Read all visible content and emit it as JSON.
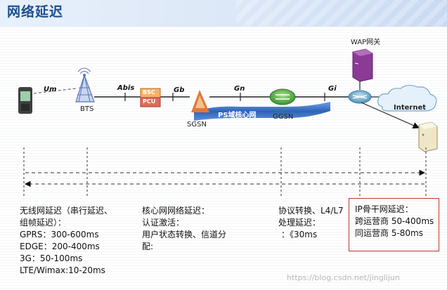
{
  "page_title": "网络延迟",
  "nodes": {
    "wap_gateway": "WAP网关",
    "bts": "BTS",
    "bsc": "BSC",
    "pcu": "PCU",
    "sgsn": "SGSN",
    "ps_core": "PS域核心网",
    "ggsn": "GGSN",
    "internet": "Internet"
  },
  "interfaces": {
    "um": "Um",
    "abis": "Abis",
    "gb": "Gb",
    "gn": "Gn",
    "gi": "Gi"
  },
  "wireless_delay": {
    "heading": "无线网延迟（串行延迟、",
    "heading2": "组帧延迟）：",
    "gprs": "GPRS：300-600ms",
    "edge": "EDGE：200-400ms",
    "g3": "3G：50-100ms",
    "lte": "LTE/Wimax:10-20ms"
  },
  "core_delay": {
    "heading": "核心网网络延迟：",
    "line1": "认证激活：",
    "line2": "用户状态转换、信道分",
    "line3": "配:"
  },
  "protocol_delay": {
    "heading": "协议转换、L4/L7",
    "line1": "处理延迟：",
    "line2": "：《30ms"
  },
  "ip_backbone_delay": {
    "heading": "IP骨干网延迟：",
    "cross_carrier": "跨运营商 50-400ms",
    "same_carrier": "同运营商 5-80ms"
  },
  "watermark": "https://blog.csdn.net/jinglijun",
  "colors": {
    "title": "#1d4f8e",
    "ps_core_band": "#3a74c9",
    "highlight_border": "#c0392b",
    "wap_box": "#7a2f86",
    "router": "#5aa0c8",
    "ggsn": "#4caf50",
    "bsc": "#e07b39"
  }
}
